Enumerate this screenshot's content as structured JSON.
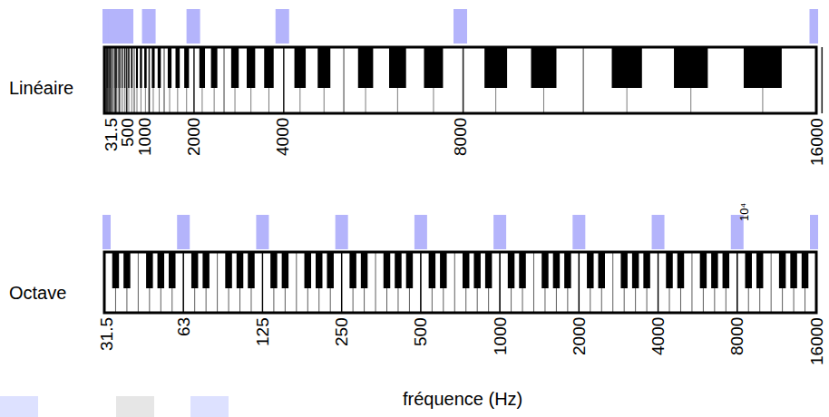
{
  "diagram": {
    "labels": [
      "Linéaire",
      "31.5",
      "500",
      "1000",
      "2000",
      "4000",
      "8000",
      "16000",
      "10⁴",
      "Octave",
      "31.5",
      "63",
      "125",
      "250",
      "500",
      "1000",
      "2000",
      "4000",
      "8000",
      "16000",
      "fréquence (Hz)"
    ]
  }
}
